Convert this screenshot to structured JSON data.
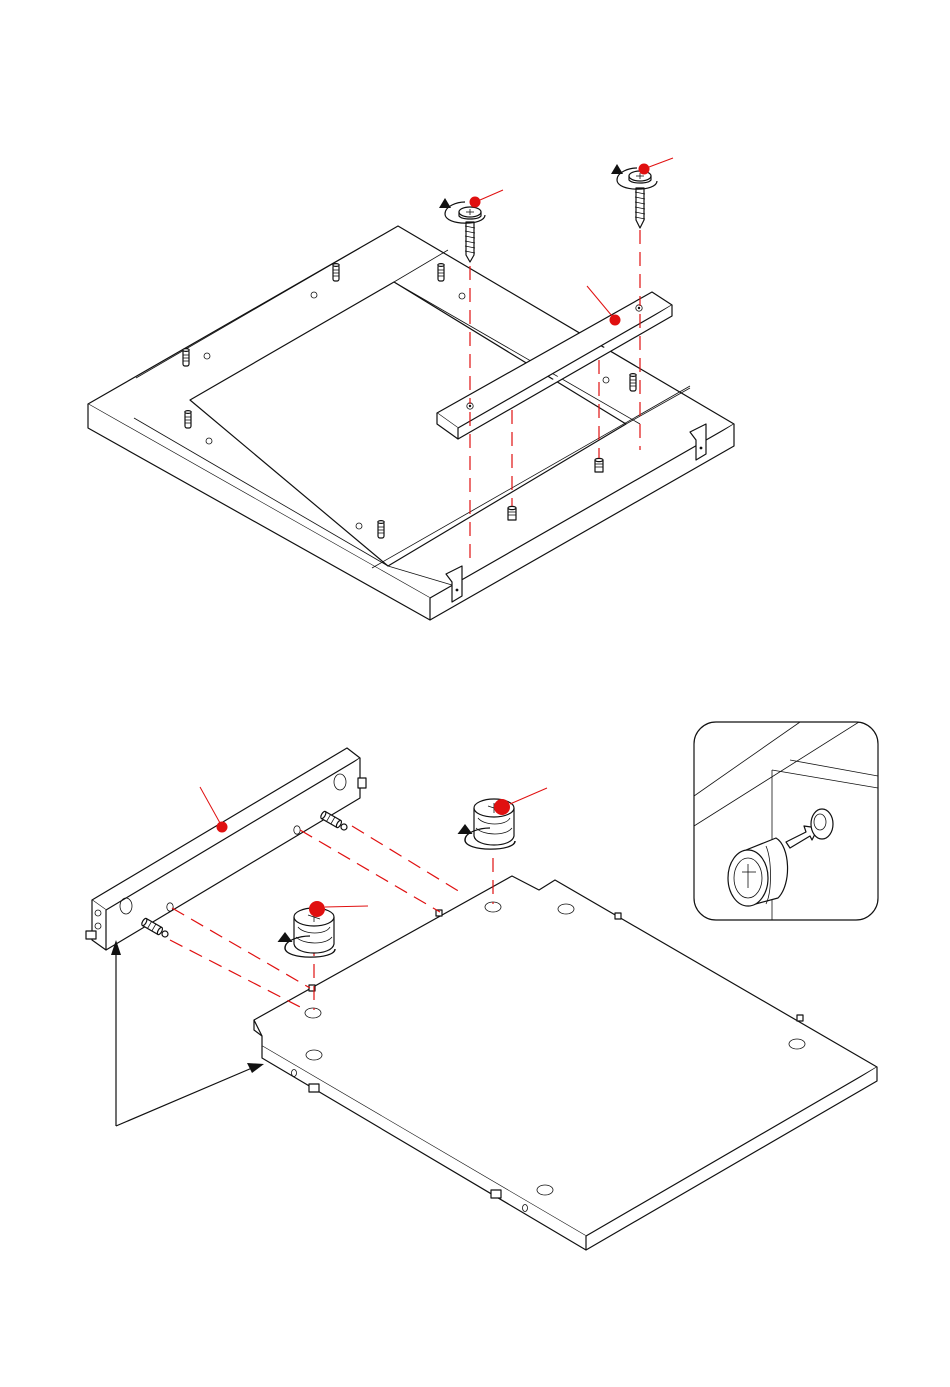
{
  "diagram": {
    "steps": [
      {
        "id": "step-top",
        "callout_markers": [
          {
            "name": "screw-left-callout",
            "color": "#e01010"
          },
          {
            "name": "screw-right-callout",
            "color": "#e01010"
          },
          {
            "name": "crossbar-callout",
            "color": "#e01010"
          }
        ]
      },
      {
        "id": "step-bottom",
        "callout_markers": [
          {
            "name": "rail-callout",
            "color": "#e01010"
          },
          {
            "name": "cam-lock-back-callout",
            "color": "#e01010"
          },
          {
            "name": "cam-lock-front-callout",
            "color": "#e01010"
          }
        ],
        "detail_inset": {
          "icon": "cam-lock-insert-icon"
        }
      }
    ],
    "colors": {
      "line": "#111111",
      "accent": "#e01010",
      "background": "#ffffff"
    }
  }
}
